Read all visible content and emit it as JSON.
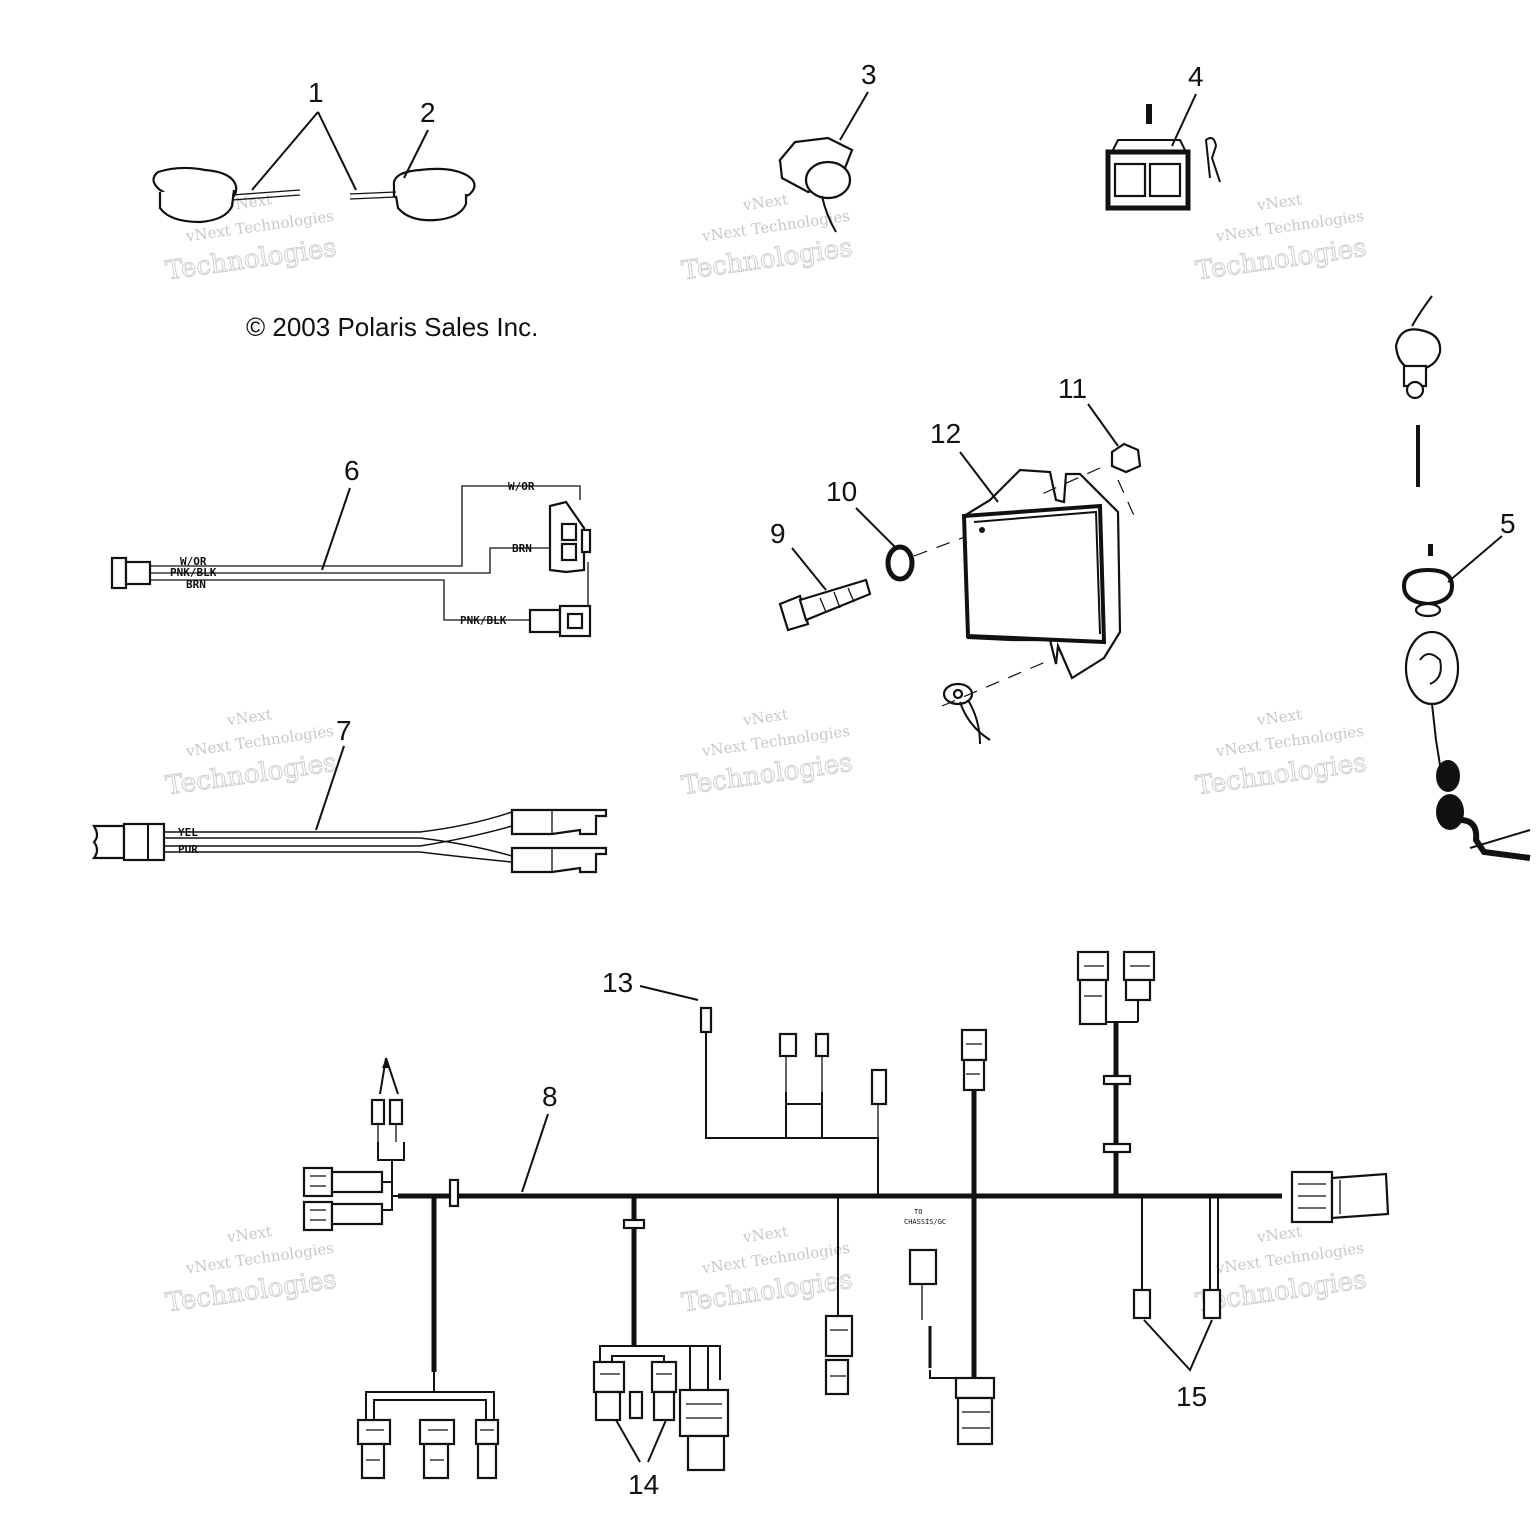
{
  "copyright": "© 2003 Polaris Sales Inc.",
  "watermark": {
    "line1": "vNext Technologies",
    "line2": "Technologies",
    "line0": "vNext",
    "color": "#c8c8c8"
  },
  "callouts": {
    "c1": "1",
    "c2": "2",
    "c3": "3",
    "c4": "4",
    "c5": "5",
    "c6": "6",
    "c7": "7",
    "c8": "8",
    "c9": "9",
    "c10": "10",
    "c11": "11",
    "c12": "12",
    "c13": "13",
    "c14": "14",
    "c15": "15"
  },
  "harness6": {
    "wire_wor": "W/OR",
    "wire_pnkblk": "PNK/BLK",
    "wire_brn": "BRN"
  },
  "harness7": {
    "wire_yel": "YEL",
    "wire_pur": "PUR"
  },
  "harness8": {
    "to_label_1": "TO",
    "to_label_2": "CHASSIS/GC"
  }
}
